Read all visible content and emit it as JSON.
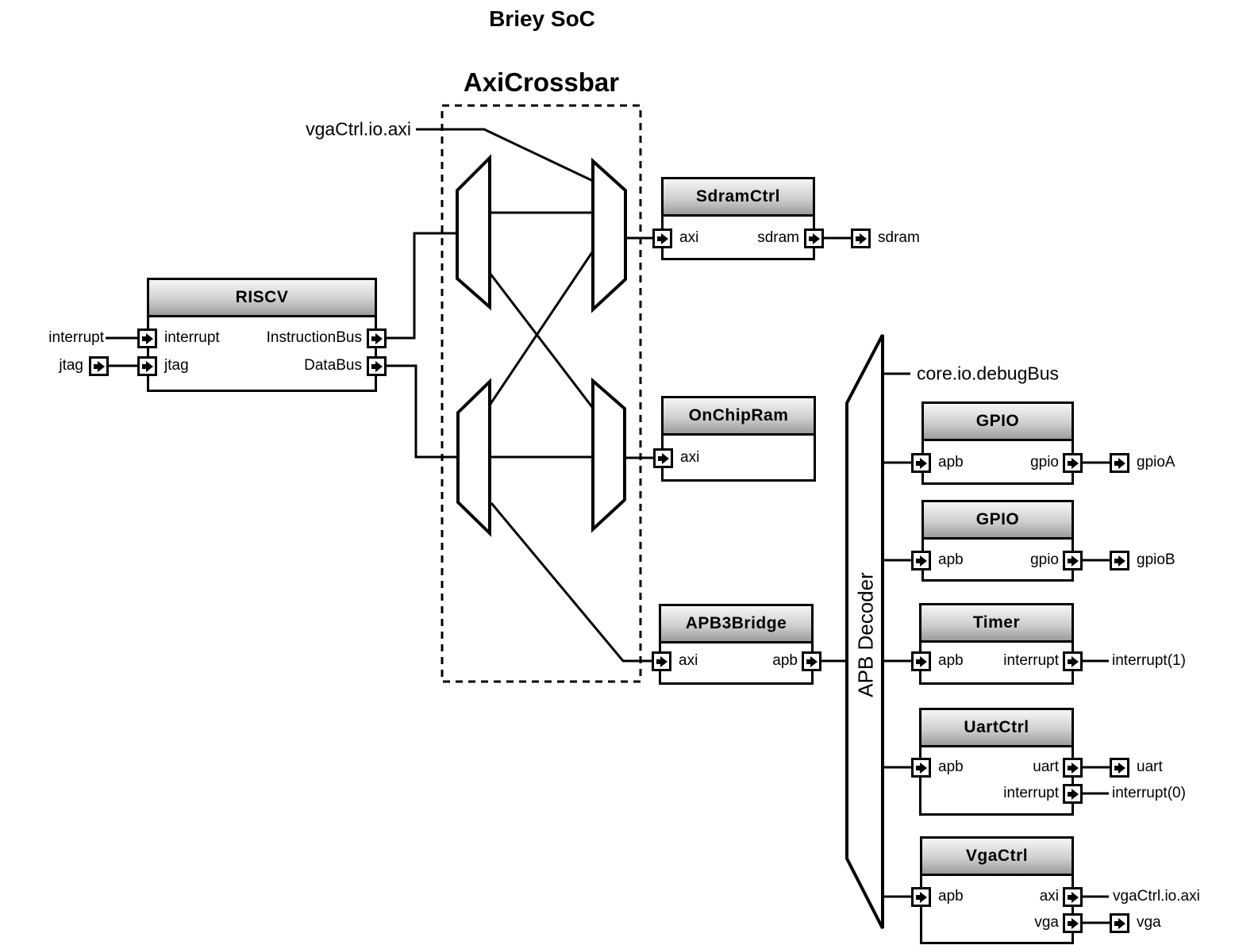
{
  "title": "Briey SoC",
  "crossbar": {
    "label": "AxiCrossbar",
    "input_label": "vgaCtrl.io.axi"
  },
  "apb_decoder": {
    "label": "APB Decoder",
    "debug_bus_label": "core.io.debugBus"
  },
  "blocks": {
    "riscv": {
      "title": "RISCV",
      "ports": {
        "interrupt": "interrupt",
        "jtag": "jtag",
        "instruction_bus": "InstructionBus",
        "data_bus": "DataBus"
      }
    },
    "sdram_ctrl": {
      "title": "SdramCtrl",
      "ports": {
        "axi": "axi",
        "sdram": "sdram"
      }
    },
    "on_chip_ram": {
      "title": "OnChipRam",
      "ports": {
        "axi": "axi"
      }
    },
    "apb3_bridge": {
      "title": "APB3Bridge",
      "ports": {
        "axi": "axi",
        "apb": "apb"
      }
    },
    "gpio_a": {
      "title": "GPIO",
      "ports": {
        "apb": "apb",
        "gpio": "gpio"
      }
    },
    "gpio_b": {
      "title": "GPIO",
      "ports": {
        "apb": "apb",
        "gpio": "gpio"
      }
    },
    "timer": {
      "title": "Timer",
      "ports": {
        "apb": "apb",
        "interrupt": "interrupt"
      }
    },
    "uart_ctrl": {
      "title": "UartCtrl",
      "ports": {
        "apb": "apb",
        "uart": "uart",
        "interrupt": "interrupt"
      }
    },
    "vga_ctrl": {
      "title": "VgaCtrl",
      "ports": {
        "apb": "apb",
        "axi": "axi",
        "vga": "vga"
      }
    }
  },
  "external_signals": {
    "interrupt_in": "interrupt",
    "jtag_in": "jtag",
    "sdram_out": "sdram",
    "gpio_a_out": "gpioA",
    "gpio_b_out": "gpioB",
    "timer_interrupt_out": "interrupt(1)",
    "uart_out": "uart",
    "uart_interrupt_out": "interrupt(0)",
    "vga_axi_out": "vgaCtrl.io.axi",
    "vga_out": "vga"
  },
  "icons": {
    "port_arrow": "filled-right-arrow"
  },
  "colors": {
    "line": "#000000",
    "block_border": "#000000",
    "header_gradient_top": "#f6f6f6",
    "header_gradient_bottom": "#9c9c9c",
    "background": "#ffffff"
  }
}
